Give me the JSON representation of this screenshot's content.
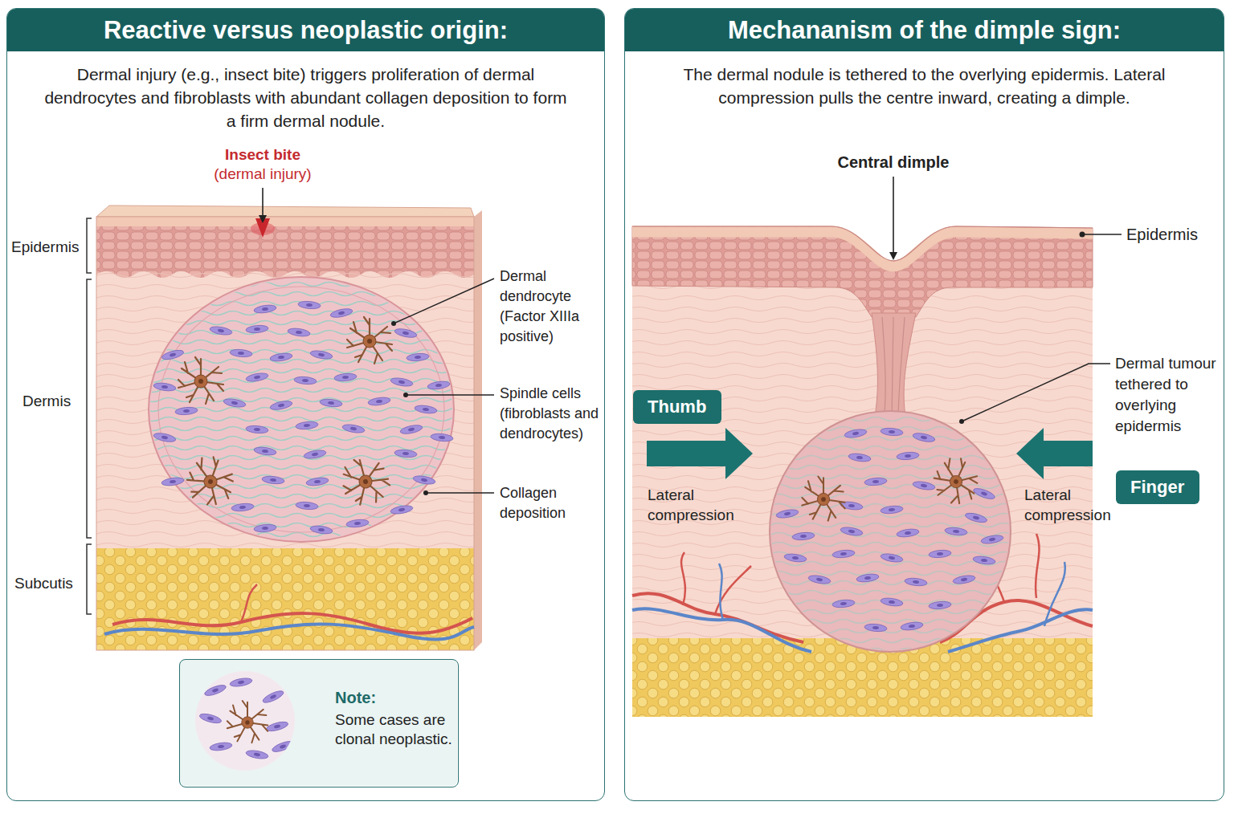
{
  "diagram": {
    "nodes": [
      {
        "text": [
          "Reactive versus neoplastic origin:",
          "Dermal injury (e.g., insect bite) triggers proliferation of dermal dendrocytes and fibroblasts with abundant collagen deposition to form a firm dermal nodule."
        ]
      },
      {
        "text": [
          "Note:",
          "Some cases are clonal neoplastic."
        ],
        "in": 0
      },
      {
        "text": [
          "Mechananism of the dimple sign:",
          "The dermal nodule is tethered to the overlying epidermis. Lateral compression pulls the centre inward, creating a dimple."
        ]
      },
      {
        "text": [
          "Thumb"
        ],
        "in": 2
      },
      {
        "text": [
          "Finger"
        ],
        "in": 2
      }
    ],
    "labels": [
      "Insect bite",
      "(dermal injury)",
      "Epidermis",
      "Dermis",
      "Subcutis",
      "Dermal dendrocyte (Factor XIIIa positive)",
      "Spindle cells (fibroblasts and dendrocytes)",
      "Collagen deposition",
      "Central dimple",
      "Epidermis",
      "Dermal tumour tethered to overlying epidermis",
      "Lateral compression",
      "Lateral compression"
    ]
  }
}
